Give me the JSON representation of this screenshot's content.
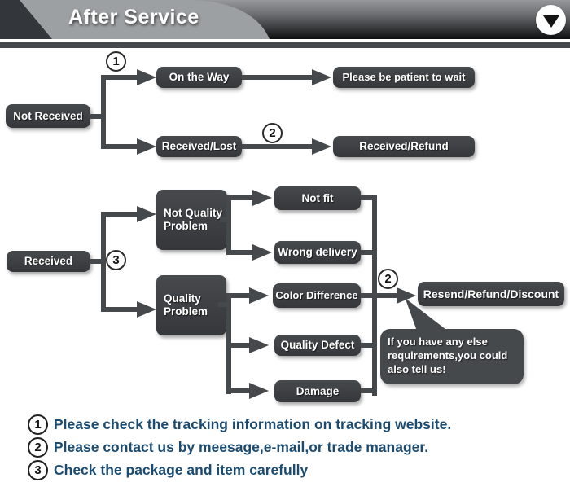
{
  "header": {
    "title": "After Service"
  },
  "flow1": {
    "root": "Not Received",
    "marker1": "1",
    "on_the_way": "On the Way",
    "patient": "Please be patient to wait",
    "received_lost": "Received/Lost",
    "marker2": "2",
    "received_refund": "Received/Refund"
  },
  "flow2": {
    "root": "Received",
    "marker3": "3",
    "not_quality_problem": "Not Quality Problem",
    "quality_problem": "Quality Problem",
    "not_fit": "Not fit",
    "wrong_delivery": "Wrong delivery",
    "color_difference": "Color Difference",
    "quality_defect": "Quality Defect",
    "damage": "Damage",
    "marker2": "2",
    "result": "Resend/Refund/Discount",
    "note": "If you have any else requirements,you could also tell us!"
  },
  "legend": {
    "items": [
      {
        "num": "1",
        "text": "Please check the tracking information on tracking website."
      },
      {
        "num": "2",
        "text": "Please contact us by meesage,e-mail,or trade manager."
      },
      {
        "num": "3",
        "text": "Check the package and item carefully"
      }
    ]
  },
  "colors": {
    "node_fill": "#3a3d40",
    "connector": "#46494c",
    "legend_text": "#1b4b71",
    "header_swoosh": "#9da0a2"
  }
}
